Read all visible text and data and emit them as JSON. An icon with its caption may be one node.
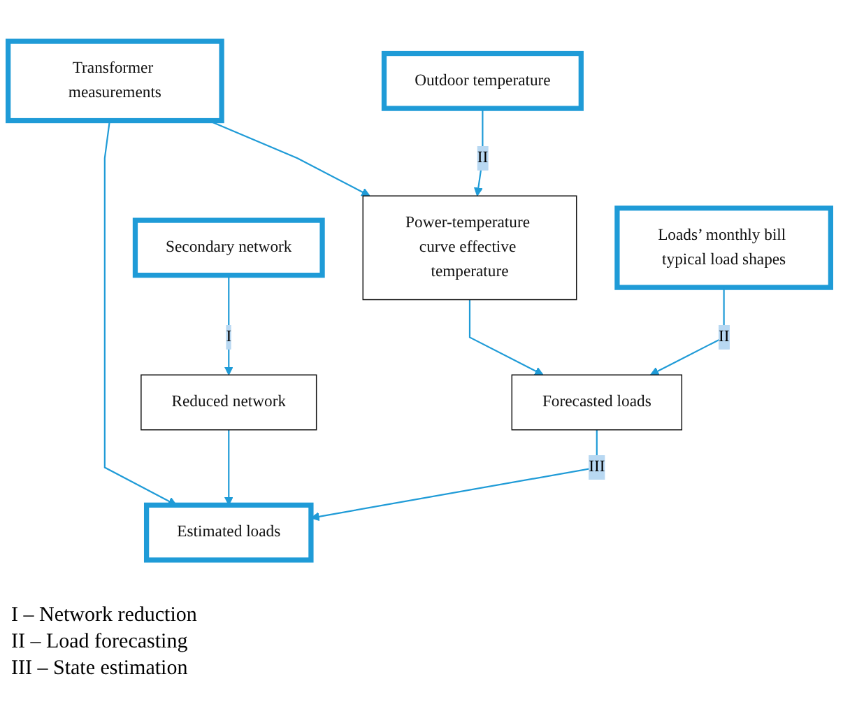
{
  "diagram": {
    "nodes": [
      {
        "text": [
          "Secondary network"
        ]
      },
      {
        "text": [
          "Transformer measurements"
        ]
      },
      {
        "text": [
          "Outdoor temperature"
        ]
      },
      {
        "text": [
          "Loads’ monthly bill typical load shapes"
        ]
      },
      {
        "text": [
          "Reduced network"
        ]
      },
      {
        "text": [
          "Power-temperature curve effective temperature"
        ]
      },
      {
        "text": [
          "Forecasted loads"
        ]
      },
      {
        "text": [
          "Estimated loads"
        ]
      }
    ],
    "edges": [
      {
        "from": 0,
        "to": 4,
        "arrow": "to",
        "label": "I"
      },
      {
        "from": 1,
        "to": 7,
        "arrow": "to"
      },
      {
        "from": 1,
        "to": 5,
        "arrow": "to"
      },
      {
        "from": 2,
        "to": 5,
        "arrow": "to",
        "label": "II"
      },
      {
        "from": 4,
        "to": 7,
        "arrow": "to"
      },
      {
        "from": 5,
        "to": 6,
        "arrow": "to"
      },
      {
        "from": 3,
        "to": 6,
        "arrow": "to",
        "label": "II"
      },
      {
        "from": 6,
        "to": 7,
        "arrow": "to",
        "label": "III"
      }
    ],
    "labels": [
      "I – Network reduction",
      "II – Load forecasting",
      "III – State estimation"
    ]
  }
}
